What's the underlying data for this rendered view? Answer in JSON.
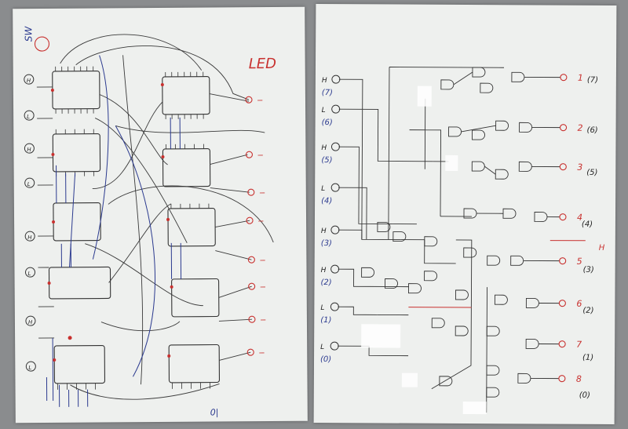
{
  "left_sheet": {
    "labels": {
      "sw": "SW",
      "led": "LED",
      "bottom_mark": "0|"
    },
    "switch_labels": [
      "H",
      "L",
      "H",
      "L",
      "H",
      "L",
      "H",
      "L"
    ],
    "led_marks": [
      "−",
      "−",
      "−",
      "−",
      "−",
      "−",
      "−",
      "−"
    ]
  },
  "right_sheet": {
    "inputs": [
      {
        "level": "H",
        "num": "(7)"
      },
      {
        "level": "L",
        "num": "(6)"
      },
      {
        "level": "H",
        "num": "(5)"
      },
      {
        "level": "L",
        "num": "(4)"
      },
      {
        "level": "H",
        "num": "(3)"
      },
      {
        "level": "H",
        "num": "(2)"
      },
      {
        "level": "L",
        "num": "(1)"
      },
      {
        "level": "L",
        "num": "(0)"
      }
    ],
    "outputs": [
      {
        "num": "1",
        "paren": "(7)"
      },
      {
        "num": "2",
        "paren": "(6)"
      },
      {
        "num": "3",
        "paren": "(5)"
      },
      {
        "num": "4",
        "paren": "(4)"
      },
      {
        "num": "5",
        "paren": "(3)"
      },
      {
        "num": "6",
        "paren": "(2)"
      },
      {
        "num": "7",
        "paren": "(1)"
      },
      {
        "num": "8",
        "paren": "(0)"
      }
    ],
    "side_mark": "H"
  },
  "colors": {
    "background": "#8a8c8e",
    "paper": "#eef0ee",
    "pencil": "#333333",
    "red_pen": "#c8302e",
    "blue_pen": "#2b3a8f"
  }
}
